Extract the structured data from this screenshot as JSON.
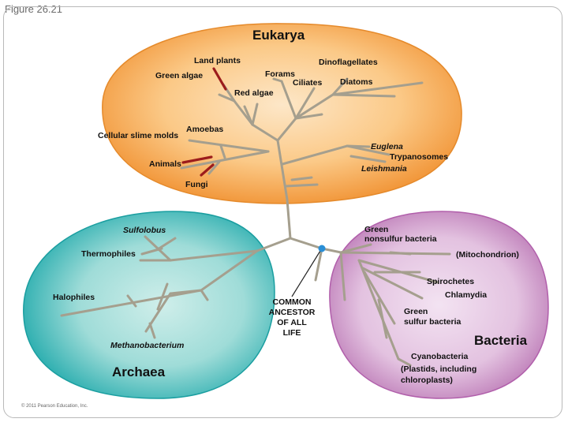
{
  "figure_label": "Figure 26.21",
  "copyright": "© 2011 Pearson Education, Inc.",
  "domains": {
    "eukarya": "Eukarya",
    "archaea": "Archaea",
    "bacteria": "Bacteria"
  },
  "root_label": [
    "COMMON",
    "ANCESTOR",
    "OF ALL",
    "LIFE"
  ],
  "eukarya_labels": {
    "land_plants": "Land plants",
    "green_algae": "Green algae",
    "red_algae": "Red algae",
    "forams": "Forams",
    "ciliates": "Ciliates",
    "dinoflagellates": "Dinoflagellates",
    "diatoms": "Diatoms",
    "amoebas": "Amoebas",
    "slime_molds": "Cellular slime molds",
    "animals": "Animals",
    "fungi": "Fungi",
    "euglena": "Euglena",
    "trypanosomes": "Trypanosomes",
    "leishmania": "Leishmania"
  },
  "archaea_labels": {
    "sulfolobus": "Sulfolobus",
    "thermophiles": "Thermophiles",
    "halophiles": "Halophiles",
    "methanobacterium": "Methanobacterium"
  },
  "bacteria_labels": {
    "green_nonsulfur_1": "Green",
    "green_nonsulfur_2": "nonsulfur bacteria",
    "mitochondrion": "(Mitochondrion)",
    "spirochetes": "Spirochetes",
    "chlamydia": "Chlamydia",
    "green_sulfur_1": "Green",
    "green_sulfur_2": "sulfur bacteria",
    "cyanobacteria": "Cyanobacteria",
    "plastids_1": "(Plastids, including",
    "plastids_2": "chloroplasts)"
  },
  "colors": {
    "eukarya_fill": "#f6a84e",
    "archaea_fill": "#3bbfbf",
    "bacteria_fill": "#c98ac4",
    "branch": "#a59f8e",
    "highlight_branch": "#9c1c1c",
    "ancestor_dot": "#2a8fd6"
  }
}
